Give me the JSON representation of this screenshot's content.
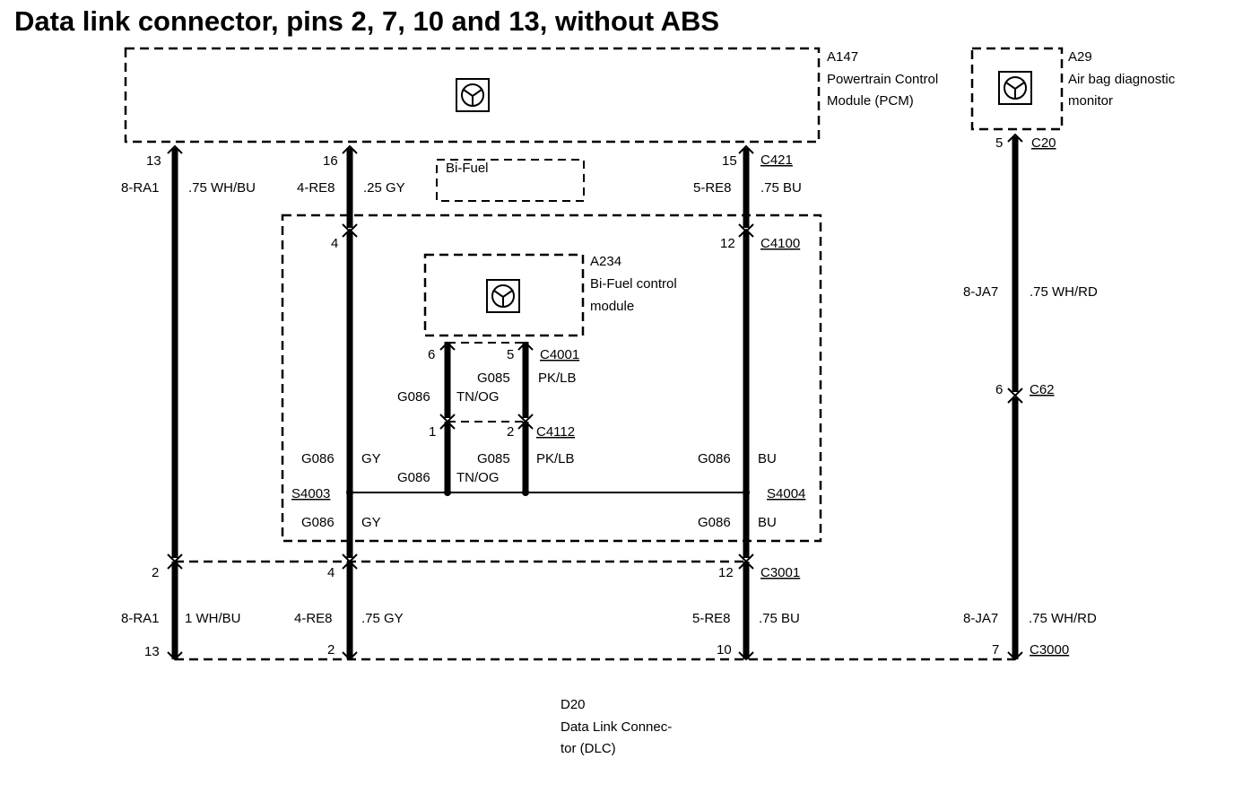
{
  "title": "Data link connector, pins 2, 7, 10 and 13, without ABS",
  "modules": {
    "pcm": {
      "id": "A147",
      "line1": "Powertrain Control",
      "line2": "Module (PCM)",
      "icon": "module-symbol-icon"
    },
    "airbag": {
      "id": "A29",
      "line1": "Air bag diagnostic",
      "line2": "monitor",
      "icon": "module-symbol-icon"
    },
    "bifuel_module": {
      "id": "A234",
      "line1": "Bi-Fuel control",
      "line2": "module",
      "icon": "module-symbol-icon"
    },
    "bifuel_option": "Bi-Fuel",
    "dlc": {
      "id": "D20",
      "line1": "Data Link Connec-",
      "line2": "tor (DLC)"
    }
  },
  "connectors": {
    "c421": "C421",
    "c20": "C20",
    "c4100": "C4100",
    "c62": "C62",
    "c4001": "C4001",
    "c4112": "C4112",
    "c3001": "C3001",
    "c3000": "C3000",
    "s4003": "S4003",
    "s4004": "S4004"
  },
  "pins": {
    "pcm_13": "13",
    "pcm_16": "16",
    "pcm_15": "15",
    "airbag_5": "5",
    "c4100_4": "4",
    "c4100_12": "12",
    "c4001_6": "6",
    "c4001_5": "5",
    "c4112_1": "1",
    "c4112_2": "2",
    "c62_6": "6",
    "c3001_2": "2",
    "c3001_4": "4",
    "c3001_12": "12",
    "dlc_13": "13",
    "dlc_2": "2",
    "dlc_10": "10",
    "dlc_7": "7"
  },
  "wires": {
    "ra1_code": "8-RA1",
    "ra1_top_spec": ".75 WH/BU",
    "ra1_bottom_spec": "1 WH/BU",
    "re8_4_code": "4-RE8",
    "re8_4_top_spec": ".25 GY",
    "re8_4_bottom_spec": ".75 GY",
    "re8_5_code": "5-RE8",
    "re8_5_top_spec": ".75 BU",
    "re8_5_bottom_spec": ".75 BU",
    "ja7_code": "8-JA7",
    "ja7_top_spec": ".75 WH/RD",
    "ja7_bottom_spec": ".75 WH/RD",
    "g086": "G086",
    "g085": "G085",
    "gy": "GY",
    "bu": "BU",
    "tn_og": "TN/OG",
    "pk_lb": "PK/LB"
  }
}
